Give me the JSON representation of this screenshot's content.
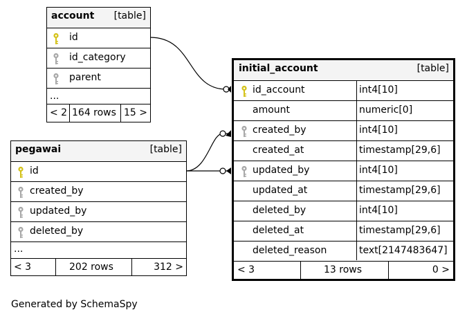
{
  "tables": {
    "account": {
      "name": "account",
      "kind": "[table]",
      "columns": [
        {
          "name": "id",
          "key": "primary"
        },
        {
          "name": "id_category",
          "key": "foreign"
        },
        {
          "name": "parent",
          "key": "foreign"
        }
      ],
      "ellipsis": "...",
      "footer": {
        "prev": "< 2",
        "rows": "164 rows",
        "next": "15 >"
      }
    },
    "pegawai": {
      "name": "pegawai",
      "kind": "[table]",
      "columns": [
        {
          "name": "id",
          "key": "primary"
        },
        {
          "name": "created_by",
          "key": "foreign"
        },
        {
          "name": "updated_by",
          "key": "foreign"
        },
        {
          "name": "deleted_by",
          "key": "foreign"
        }
      ],
      "ellipsis": "...",
      "footer": {
        "prev": "< 3",
        "rows": "202 rows",
        "next": "312 >"
      }
    },
    "initial_account": {
      "name": "initial_account",
      "kind": "[table]",
      "columns": [
        {
          "name": "id_account",
          "type": "int4[10]",
          "key": "primary"
        },
        {
          "name": "amount",
          "type": "numeric[0]",
          "key": ""
        },
        {
          "name": "created_by",
          "type": "int4[10]",
          "key": "foreign"
        },
        {
          "name": "created_at",
          "type": "timestamp[29,6]",
          "key": ""
        },
        {
          "name": "updated_by",
          "type": "int4[10]",
          "key": "foreign"
        },
        {
          "name": "updated_at",
          "type": "timestamp[29,6]",
          "key": ""
        },
        {
          "name": "deleted_by",
          "type": "int4[10]",
          "key": ""
        },
        {
          "name": "deleted_at",
          "type": "timestamp[29,6]",
          "key": ""
        },
        {
          "name": "deleted_reason",
          "type": "text[2147483647]",
          "key": ""
        }
      ],
      "footer": {
        "prev": "< 3",
        "rows": "13 rows",
        "next": "0 >"
      }
    }
  },
  "colors": {
    "primary_key": "#d4c21a",
    "foreign_key": "#a8a8a8",
    "header_bg": "#f4f4f4"
  },
  "generated_by": "Generated by SchemaSpy"
}
